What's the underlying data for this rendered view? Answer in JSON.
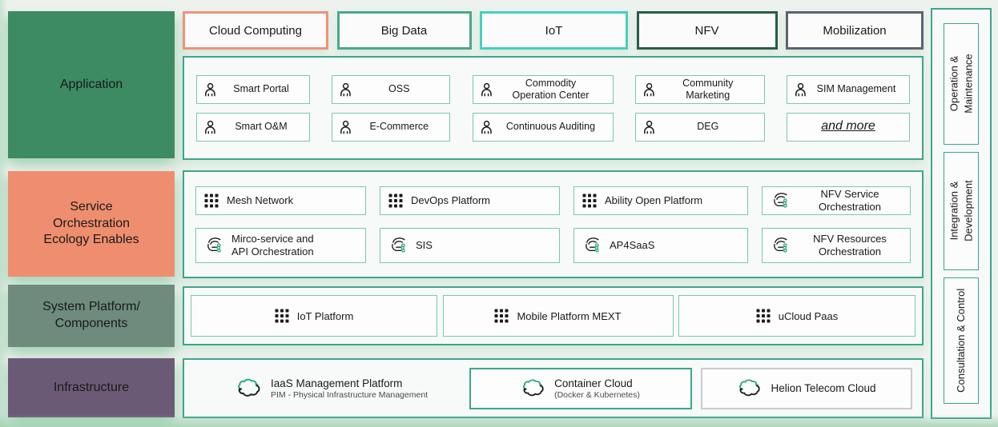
{
  "colors": {
    "teal": "#3aa78c",
    "item_border": "#79c7b2",
    "accent_green": "#2aa877",
    "glow_green": "#8dc9a2"
  },
  "left_rows": [
    {
      "label": "Application",
      "bg": "#3c8b63"
    },
    {
      "label": "Service\nOrchestration\nEcology Enables",
      "bg": "#ef8e6e"
    },
    {
      "label": "System Platform/\nComponents",
      "bg": "#6e8b7e"
    },
    {
      "label": "Infrastructure",
      "bg": "#6b5a76"
    }
  ],
  "top_tabs": [
    {
      "label": "Cloud Computing",
      "border": "#ef9278"
    },
    {
      "label": "Big Data",
      "border": "#4aa88c"
    },
    {
      "label": "IoT",
      "border": "#45cfc3"
    },
    {
      "label": "NFV",
      "border": "#2b5c49"
    },
    {
      "label": "Mobilization",
      "border": "#5b6373"
    }
  ],
  "application": {
    "rows": [
      [
        {
          "icon": "person-icon",
          "label": "Smart Portal"
        },
        {
          "icon": "person-icon",
          "label": "OSS"
        },
        {
          "icon": "person-icon",
          "label": "Commodity\nOperation Center"
        },
        {
          "icon": "person-icon",
          "label": "Community\nMarketing"
        },
        {
          "icon": "person-icon",
          "label": "SIM Management"
        }
      ],
      [
        {
          "icon": "person-icon",
          "label": "Smart O&M"
        },
        {
          "icon": "person-icon",
          "label": "E-Commerce"
        },
        {
          "icon": "person-icon",
          "label": "Continuous Auditing"
        },
        {
          "icon": "person-icon",
          "label": "DEG"
        },
        {
          "icon": "",
          "label": "and more"
        }
      ]
    ]
  },
  "service": {
    "rows": [
      [
        {
          "icon": "app-grid-icon",
          "label": "Mesh Network"
        },
        {
          "icon": "app-grid-icon",
          "label": "DevOps Platform"
        },
        {
          "icon": "app-grid-icon",
          "label": "Ability Open Platform"
        },
        {
          "icon": "orchestration-swirl-icon",
          "label": "NFV Service\nOrchestration"
        }
      ],
      [
        {
          "icon": "orchestration-swirl-icon",
          "label": "Mirco-service and\nAPI Orchestration"
        },
        {
          "icon": "orchestration-swirl-icon",
          "label": "SIS"
        },
        {
          "icon": "orchestration-swirl-icon",
          "label": "AP4SaaS"
        },
        {
          "icon": "orchestration-swirl-icon",
          "label": "NFV Resources\nOrchestration"
        }
      ]
    ]
  },
  "system": {
    "items": [
      {
        "icon": "app-grid-icon",
        "label": "IoT Platform"
      },
      {
        "icon": "app-grid-icon",
        "label": "Mobile Platform MEXT"
      },
      {
        "icon": "app-grid-icon",
        "label": "uCloud Paas"
      }
    ]
  },
  "infrastructure": {
    "items": [
      {
        "icon": "cloud-sync-icon",
        "name": "IaaS Management Platform",
        "subtitle": "PIM - Physical Infrastructure Management"
      },
      {
        "icon": "cloud-sync-icon",
        "name": "Container Cloud",
        "subtitle": "(Docker & Kubernetes)"
      },
      {
        "icon": "cloud-sync-icon",
        "name": "Helion Telecom Cloud",
        "subtitle": ""
      }
    ]
  },
  "right_panel": {
    "items": [
      {
        "label": "Operation &\nMaintenance"
      },
      {
        "label": "Integration &\nDevelopment"
      },
      {
        "label": "Consultation & Control"
      }
    ]
  }
}
